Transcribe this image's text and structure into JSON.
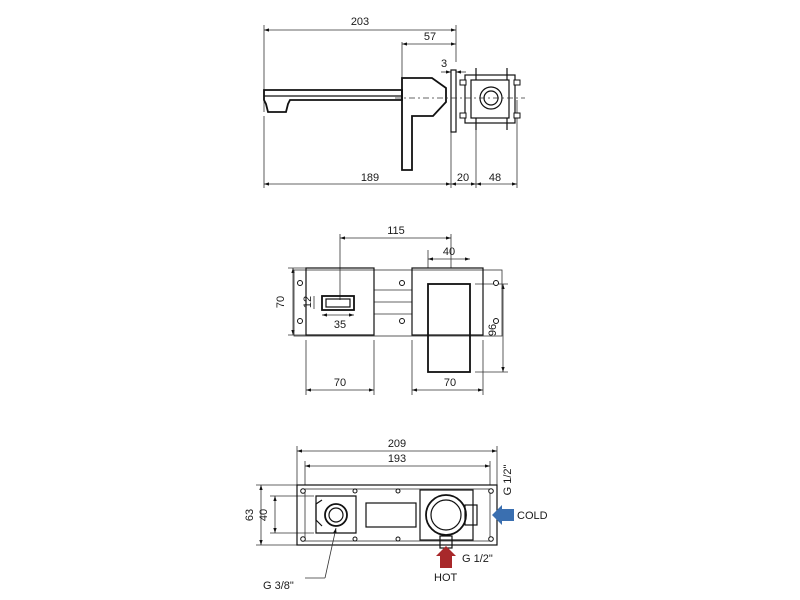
{
  "side_view": {
    "dims": {
      "overall_length": "203",
      "body_depth": "57",
      "plate_gap": "3",
      "spout_length": "189",
      "plate_to_box": "20",
      "box_depth": "48"
    }
  },
  "front_view": {
    "dims": {
      "center_distance": "115",
      "handle_width": "40",
      "plate_height": "70",
      "spout_height": "12",
      "spout_width": "35",
      "handle_height": "96",
      "left_plate_width": "70",
      "right_plate_width": "70"
    }
  },
  "box_view": {
    "dims": {
      "overall_width": "209",
      "inner_width": "193",
      "overall_height": "63",
      "inner_height": "40"
    },
    "connections": {
      "cold_thread": "G 1/2\"",
      "cold_label": "COLD",
      "hot_thread": "G 1/2\"",
      "hot_label": "HOT",
      "outlet_thread": "G 3/8\""
    },
    "colors": {
      "cold_arrow": "#3a6fb0",
      "hot_arrow": "#a8282a"
    }
  }
}
